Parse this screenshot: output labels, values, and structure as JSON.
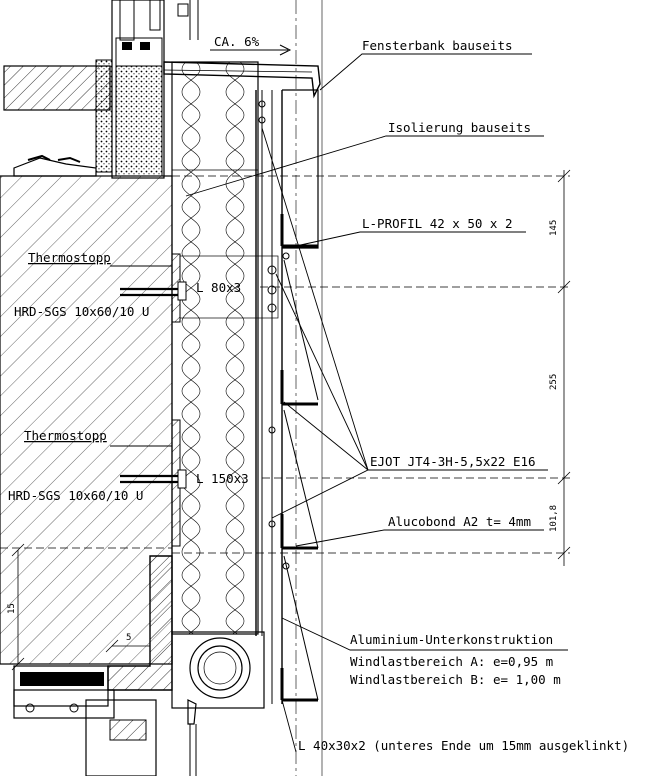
{
  "slope": {
    "text": "CA. 6%"
  },
  "callouts": {
    "fensterbank": "Fensterbank bauseits",
    "isolierung": "Isolierung bauseits",
    "l_profil": "L-PROFIL 42 x 50 x 2",
    "ejot": "EJOT JT4-3H-5,5x22 E16",
    "alucobond": "Alucobond A2 t= 4mm",
    "unterkonstruktion": "Aluminium-Unterkonstruktion",
    "windlast_a": "Windlastbereich A: e=0,95 m",
    "windlast_b": "Windlastbereich B: e= 1,00 m",
    "l_bottom": "L 40x30x2 (unteres Ende um 15mm ausgeklinkt)"
  },
  "wall_labels": {
    "thermostopp_upper": "Thermostopp",
    "hrd_upper": "HRD-SGS 10x60/10 U",
    "bracket_upper": "L 80x3",
    "thermostopp_lower": "Thermostopp",
    "hrd_lower": "HRD-SGS 10x60/10 U",
    "bracket_lower": "L 150x3"
  },
  "dimensions": {
    "d1": "145",
    "d2": "255",
    "d3": "101,8",
    "left_15": "15",
    "small_5": "5"
  }
}
